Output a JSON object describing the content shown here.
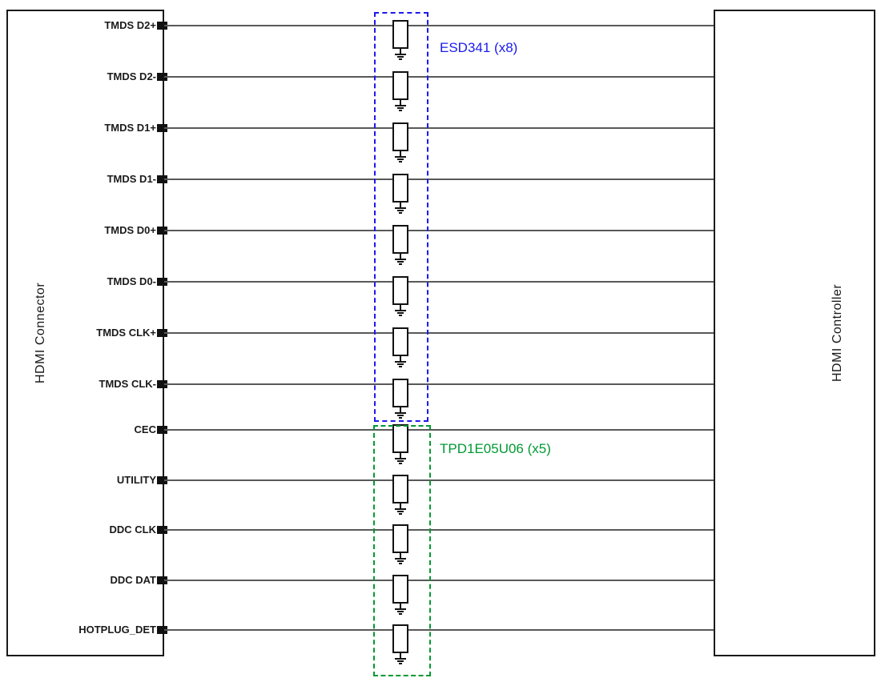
{
  "blocks": {
    "left_label": "HDMI Connector",
    "right_label": "HDMI Controller"
  },
  "signals": [
    "TMDS D2+",
    "TMDS D2-",
    "TMDS D1+",
    "TMDS D1-",
    "TMDS D0+",
    "TMDS D0-",
    "TMDS CLK+",
    "TMDS CLK-",
    "CEC",
    "UTILITY",
    "DDC CLK",
    "DDC DAT",
    "HOTPLUG_DET"
  ],
  "groups": [
    {
      "label": "ESD341 (x8)",
      "device": "ESD341",
      "count": 8,
      "color": "#1a1aee",
      "signals": [
        "TMDS D2+",
        "TMDS D2-",
        "TMDS D1+",
        "TMDS D1-",
        "TMDS D0+",
        "TMDS D0-",
        "TMDS CLK+",
        "TMDS CLK-"
      ]
    },
    {
      "label": "TPD1E05U06 (x5)",
      "device": "TPD1E05U06",
      "count": 5,
      "color": "#009933",
      "signals": [
        "CEC",
        "UTILITY",
        "DDC CLK",
        "DDC DAT",
        "HOTPLUG_DET"
      ]
    }
  ],
  "colors": {
    "wire": "#595959",
    "block_border": "#1a1a1a",
    "device_border": "#111111",
    "esd341_group": "#1a1aee",
    "tpd1e05u06_group": "#009933",
    "background": "#ffffff"
  }
}
